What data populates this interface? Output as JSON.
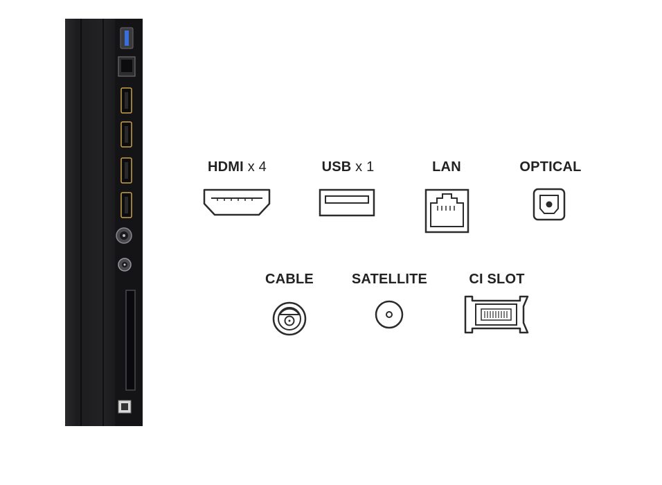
{
  "ports_top": [
    {
      "label": "HDMI",
      "multiplier": "x 4",
      "icon": "hdmi-port-icon"
    },
    {
      "label": "USB",
      "multiplier": "x 1",
      "icon": "usb-port-icon"
    },
    {
      "label": "LAN",
      "multiplier": "",
      "icon": "lan-port-icon"
    },
    {
      "label": "OPTICAL",
      "multiplier": "",
      "icon": "optical-port-icon"
    }
  ],
  "ports_bottom": [
    {
      "label": "CABLE",
      "multiplier": "",
      "icon": "cable-port-icon"
    },
    {
      "label": "SATELLITE",
      "multiplier": "",
      "icon": "satellite-port-icon"
    },
    {
      "label": "CI SLOT",
      "multiplier": "",
      "icon": "ci-slot-icon"
    }
  ],
  "colors": {
    "panel": "#1b1b1d",
    "icon_stroke": "#2b2b2b",
    "usb_accent": "#3a6fd8",
    "hdmi_accent": "#c9a24a"
  }
}
